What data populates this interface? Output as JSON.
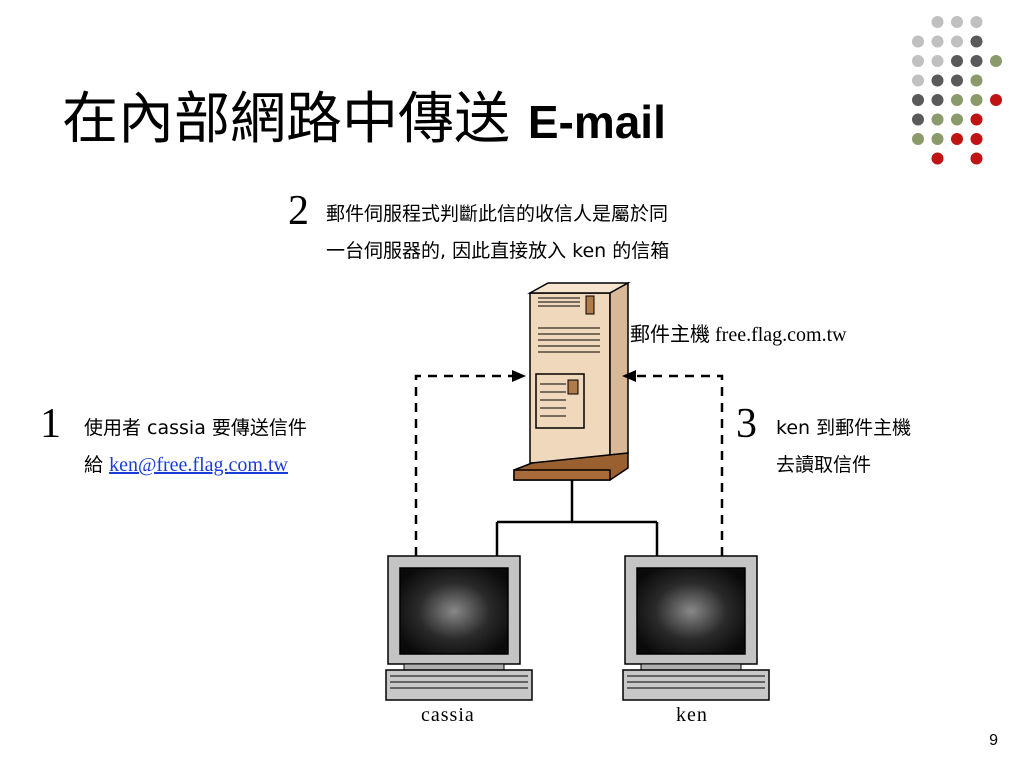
{
  "slide": {
    "title_cjk": "在內部網路中傳送",
    "title_latin": "E-mail",
    "page_number": "9"
  },
  "steps": [
    {
      "number": "1",
      "line1": "使用者 cassia 要傳送信件",
      "line2_prefix": "給",
      "line2_link": "ken@free.flag.com.tw"
    },
    {
      "number": "2",
      "line1": "郵件伺服程式判斷此信的收信人是屬於同",
      "line2": "一台伺服器的, 因此直接放入 ken 的信箱"
    },
    {
      "number": "3",
      "line1": "ken 到郵件主機",
      "line2": "去讀取信件"
    }
  ],
  "labels": {
    "server": "郵件主機 free.flag.com.tw",
    "computer_left": "cassia",
    "computer_right": "ken"
  },
  "colors": {
    "dot_gray_light": "#c0c0c0",
    "dot_gray_dark": "#5a5a5a",
    "dot_green": "#8a9a6a",
    "dot_red": "#c01414",
    "server_body": "#f0d8bc",
    "server_base": "#9a6030",
    "link": "#1a3cd8"
  }
}
